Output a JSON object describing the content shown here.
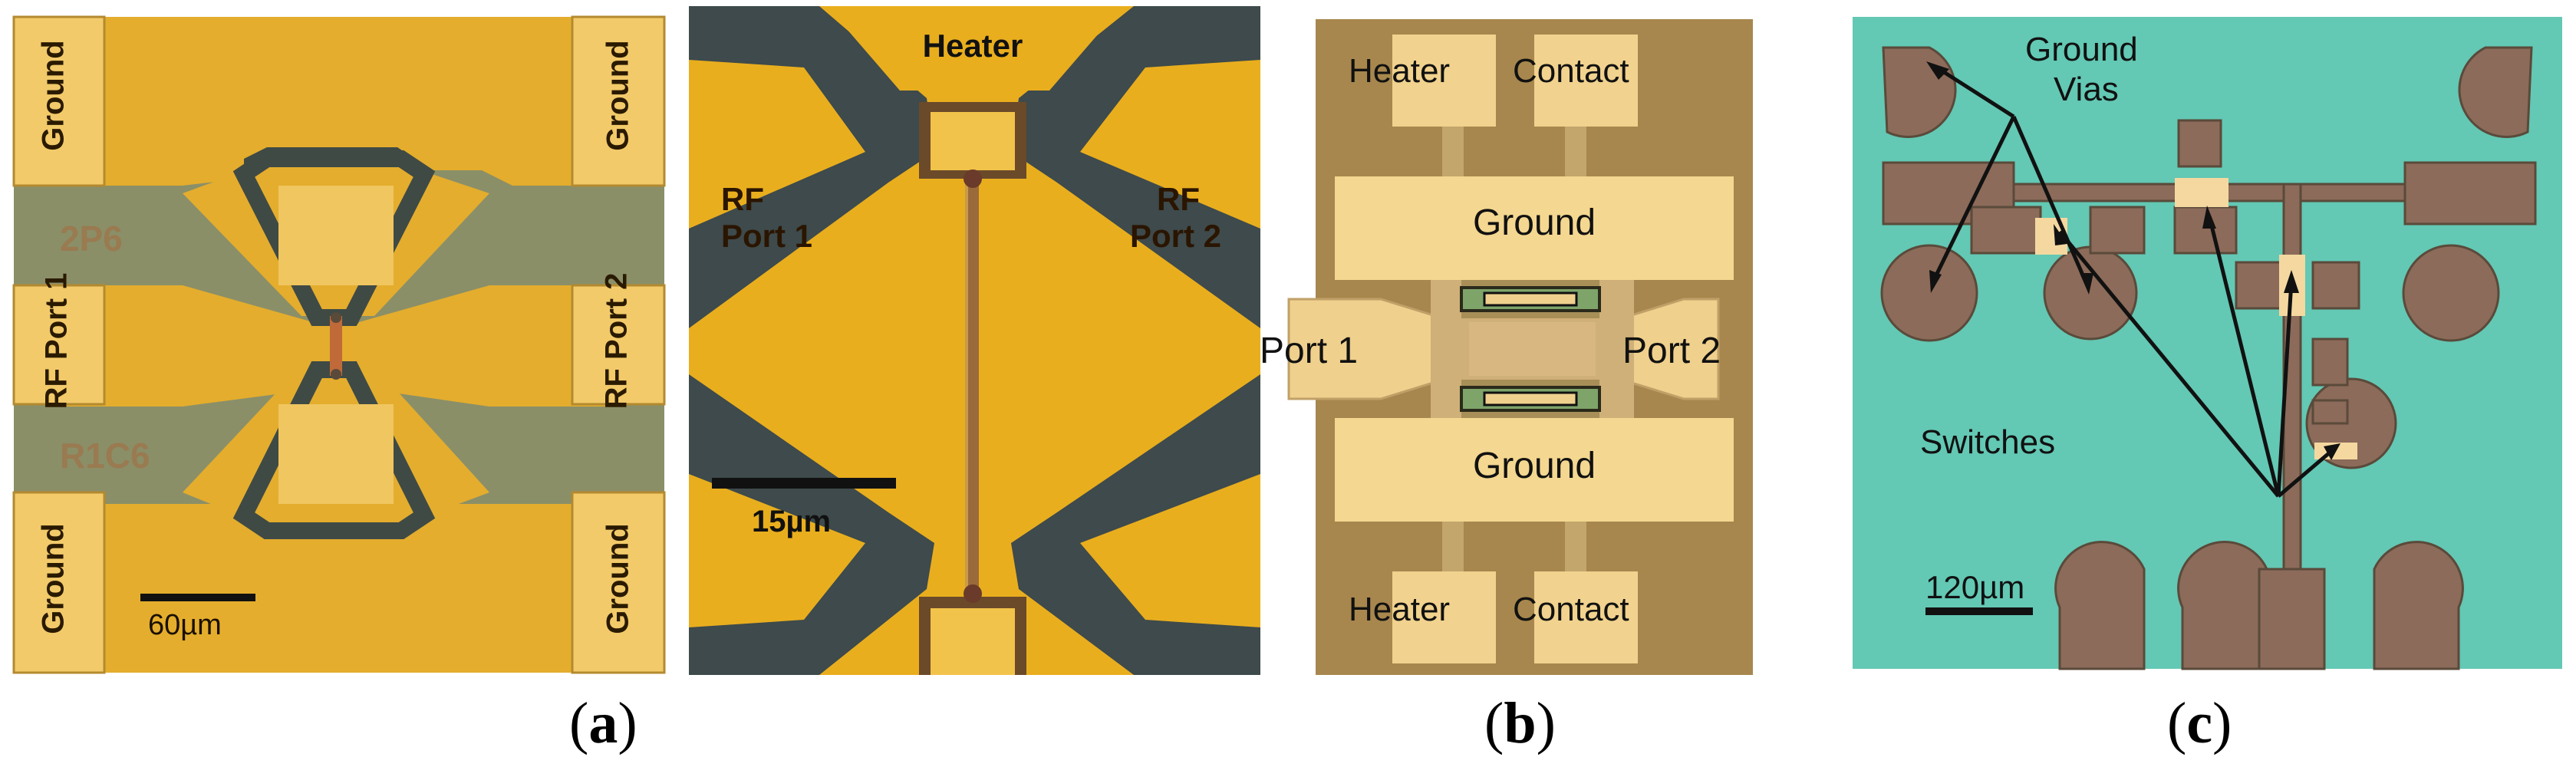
{
  "panels": {
    "a_left": {
      "ground_tl": "Ground",
      "ground_tr": "Ground",
      "ground_bl": "Ground",
      "ground_br": "Ground",
      "rf_port1": "RF Port 1",
      "rf_port2": "RF Port 2",
      "mark_top": "2P6",
      "mark_bottom": "R1C6",
      "scale": "60µm"
    },
    "a_right": {
      "heater": "Heater",
      "rf_port1_line1": "RF",
      "rf_port1_line2": "Port 1",
      "rf_port2_line1": "RF",
      "rf_port2_line2": "Port 2",
      "scale": "15µm"
    },
    "b": {
      "heater_top_1": "Heater",
      "contact_top": "Contact",
      "ground_top": "Ground",
      "port1": "Port 1",
      "port2": "Port 2",
      "ground_bottom": "Ground",
      "heater_bottom_1": "Heater",
      "contact_bottom": "Contact"
    },
    "c": {
      "ground_line1": "Ground",
      "ground_line2": "Vias",
      "switches": "Switches",
      "scale": "120µm"
    }
  },
  "captions": {
    "a_open": "(",
    "a": "a",
    "a_close": ")",
    "b_open": "(",
    "b": "b",
    "b_close": ")",
    "c_open": "(",
    "c": "c",
    "c_close": ")"
  },
  "colors": {
    "gold": "#e8ae2c",
    "pad": "#f3cd6d",
    "substrate_a": "#8c8a66",
    "dark_a": "#3d4a48",
    "gold_b": "#d9b36a",
    "bg_b": "#a88a52",
    "teal_c": "#5fc7b3",
    "brown_c": "#8a6a58"
  }
}
